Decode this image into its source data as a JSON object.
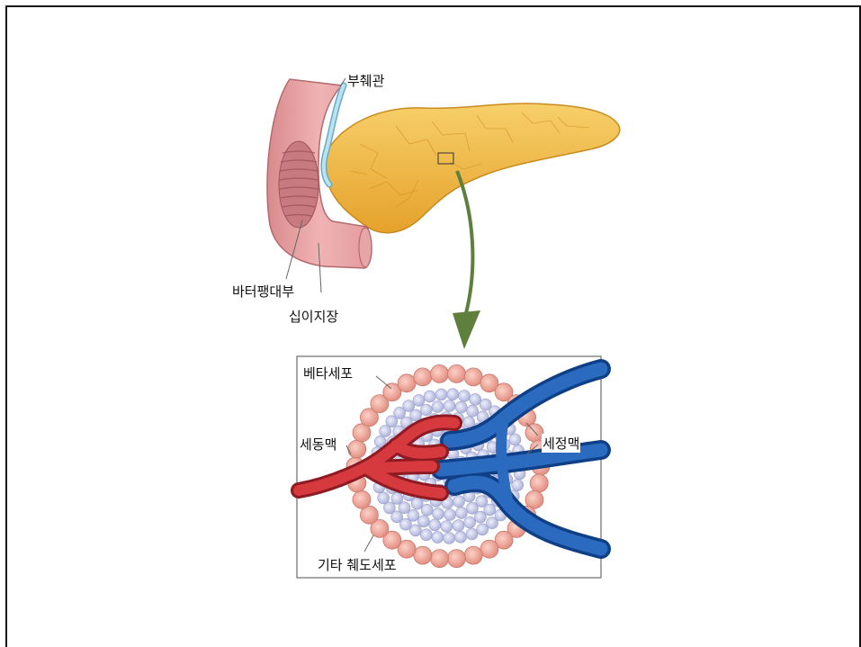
{
  "labels": {
    "accessory_duct": "부췌관",
    "ampulla_of_vater": "바터팽대부",
    "duodenum": "십이지장",
    "beta_cells": "베타세포",
    "arteriole": "세동맥",
    "venule": "세정맥",
    "other_islet_cells": "기타 췌도세포"
  },
  "colors": {
    "pancreas": "#f2b53a",
    "duodenum": "#e9a3a6",
    "duct": "#9fd3e6",
    "arrow": "#5f7f3d",
    "artery": "#c9262f",
    "vein": "#1f5aa8",
    "outer_cells": "#f0a79a",
    "inner_cells": "#c9cde8"
  }
}
